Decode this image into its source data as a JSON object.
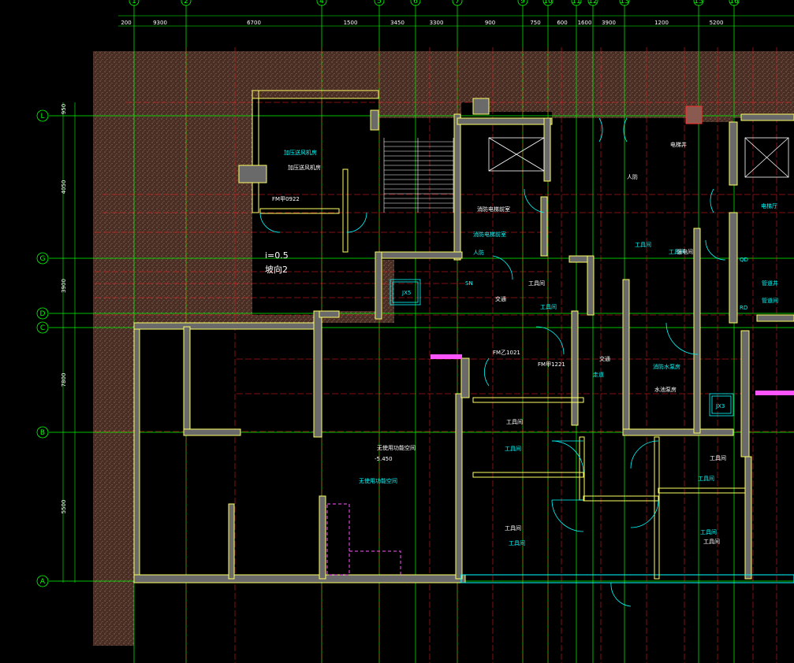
{
  "colors": {
    "background": "#000000",
    "grid_axis": "#00ff00",
    "red_line": "#ff2020",
    "wall": "#ffff66",
    "wall_fill": "#6a6a6a",
    "hatch_fill": "#4a2e24",
    "cyan_text": "#00ffff",
    "yellow_text": "#ffff66",
    "magenta": "#ff55ff"
  },
  "axes": {
    "columns": [
      "1",
      "2",
      "4",
      "5",
      "6",
      "7",
      "9",
      "10",
      "11",
      "12",
      "13",
      "15",
      "16"
    ],
    "rows": [
      "L",
      "G",
      "D",
      "C",
      "B",
      "A"
    ]
  },
  "rooms": [
    {
      "text": "加压送风机房",
      "style": "c"
    },
    {
      "text": "加压送风机房",
      "style": "w"
    },
    {
      "text": "消防电梯前室",
      "style": "w"
    },
    {
      "text": "消防电梯前室",
      "style": "c"
    },
    {
      "text": "人防",
      "style": "w"
    },
    {
      "text": "JX5",
      "style": "c"
    },
    {
      "text": "SN",
      "style": "c"
    },
    {
      "text": "QD",
      "style": "c"
    },
    {
      "text": "RD",
      "style": "c"
    },
    {
      "text": "电梯厅",
      "style": "c"
    },
    {
      "text": "电梯井",
      "style": "w"
    },
    {
      "text": "工具间",
      "style": "c"
    },
    {
      "text": "工具间",
      "style": "c"
    },
    {
      "text": "工具间",
      "style": "w"
    },
    {
      "text": "工具间",
      "style": "c"
    },
    {
      "text": "交通",
      "style": "w"
    },
    {
      "text": "交通",
      "style": "w"
    },
    {
      "text": "走道",
      "style": "c"
    },
    {
      "text": "水池泵房",
      "style": "w"
    },
    {
      "text": "消防水泵房",
      "style": "c"
    },
    {
      "text": "JX3",
      "style": "c"
    },
    {
      "text": "工具间",
      "style": "w"
    },
    {
      "text": "工具间",
      "style": "c"
    },
    {
      "text": "工具间",
      "style": "w"
    },
    {
      "text": "工具间",
      "style": "c"
    },
    {
      "text": "工具间",
      "style": "c"
    },
    {
      "text": "工具间",
      "style": "w"
    },
    {
      "text": "工具间",
      "style": "c"
    },
    {
      "text": "工具间",
      "style": "w"
    },
    {
      "text": "无使用功能空间",
      "style": "w"
    },
    {
      "text": "无使用功能空间",
      "style": "c"
    },
    {
      "text": "-5.450",
      "style": "w"
    },
    {
      "text": "管道井",
      "style": "c"
    },
    {
      "text": "管道间",
      "style": "c"
    },
    {
      "text": "人防",
      "style": "c"
    },
    {
      "text": "强电间",
      "style": "w"
    },
    {
      "text": "FM甲0922",
      "style": "w"
    },
    {
      "text": "FM乙1021",
      "style": "w"
    },
    {
      "text": "FM甲1221",
      "style": "w"
    }
  ],
  "slope_labels": [
    "i=0.5",
    "坡向2"
  ],
  "dimensions_top": [
    "200",
    "9300",
    "6700",
    "1500",
    "3450",
    "3300",
    "900",
    "750",
    "600",
    "1600",
    "3900",
    "1200",
    "5200"
  ],
  "dimensions_left": [
    "950",
    "4050",
    "3900",
    "7800",
    "5500"
  ]
}
